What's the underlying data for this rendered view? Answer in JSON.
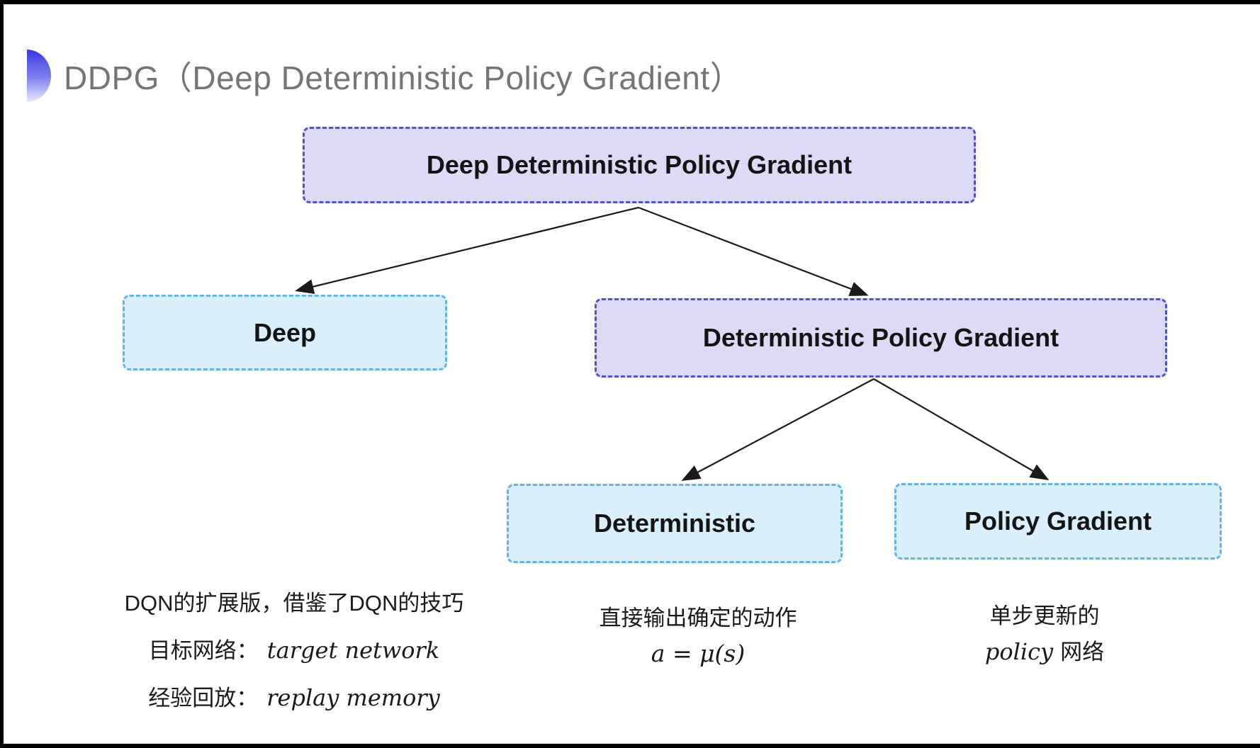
{
  "header": {
    "title": "DDPG（Deep Deterministic Policy Gradient）",
    "icon": "blue-half-circle-bullet"
  },
  "diagram": {
    "nodes": {
      "root": {
        "label": "Deep Deterministic Policy Gradient",
        "style": "purple"
      },
      "deep": {
        "label": "Deep",
        "style": "cyan"
      },
      "dpg": {
        "label": "Deterministic Policy Gradient",
        "style": "purple"
      },
      "deterministic": {
        "label": "Deterministic",
        "style": "cyan"
      },
      "policy_gradient": {
        "label": "Policy Gradient",
        "style": "cyan"
      }
    },
    "edges": [
      {
        "from": "root",
        "to": "deep"
      },
      {
        "from": "root",
        "to": "dpg"
      },
      {
        "from": "dpg",
        "to": "deterministic"
      },
      {
        "from": "dpg",
        "to": "policy_gradient"
      }
    ],
    "colors": {
      "purple_fill": "#dcdaf7",
      "purple_border": "#5050d2",
      "cyan_fill": "#d9effb",
      "cyan_border": "#63b4e4",
      "arrow": "#1a1a1a",
      "accent_blue": "#3a3ae2",
      "title_gray": "#757575"
    }
  },
  "notes": {
    "dqn": {
      "line1": "DQN的扩展版，借鉴了DQN的技巧",
      "line2_label": "目标网络：",
      "line2_term": "target network",
      "line3_label": "经验回放：",
      "line3_term": "replay memory"
    },
    "deterministic": {
      "line1": "直接输出确定的动作",
      "formula": "a = μ(s)"
    },
    "policy": {
      "line1": "单步更新的",
      "line2_term": "policy",
      "line2_suffix": "网络"
    }
  }
}
